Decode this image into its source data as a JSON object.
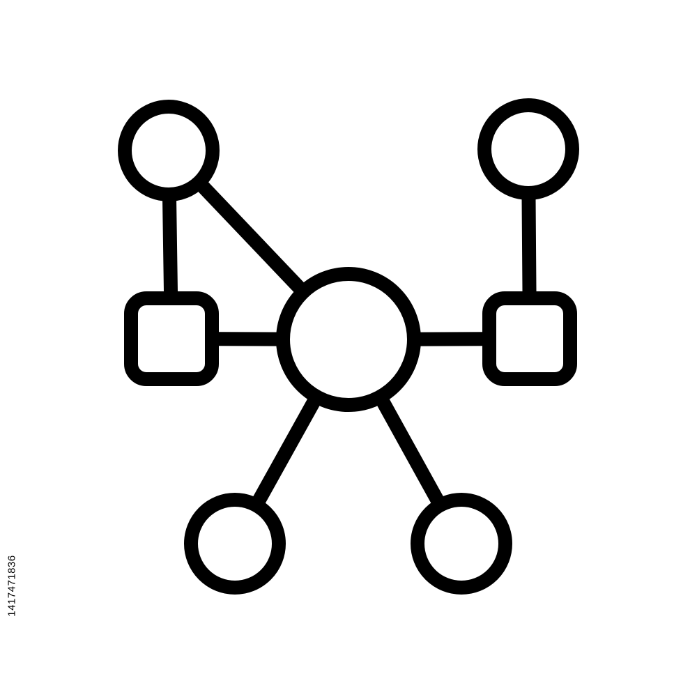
{
  "image": {
    "background_color": "#ffffff",
    "stroke_color": "#000000",
    "icon_name": "network-topology-icon"
  },
  "watermark": {
    "id_text": "1417471836"
  },
  "diagram": {
    "nodes": [
      {
        "id": "center",
        "shape": "circle"
      },
      {
        "id": "top-left",
        "shape": "circle"
      },
      {
        "id": "top-right",
        "shape": "circle"
      },
      {
        "id": "mid-left",
        "shape": "rounded-square"
      },
      {
        "id": "mid-right",
        "shape": "rounded-square"
      },
      {
        "id": "bottom-left",
        "shape": "circle"
      },
      {
        "id": "bottom-right",
        "shape": "circle"
      }
    ],
    "edges": [
      [
        "top-left",
        "mid-left"
      ],
      [
        "top-left",
        "center"
      ],
      [
        "top-right",
        "mid-right"
      ],
      [
        "mid-left",
        "center"
      ],
      [
        "center",
        "mid-right"
      ],
      [
        "center",
        "bottom-left"
      ],
      [
        "center",
        "bottom-right"
      ]
    ]
  }
}
